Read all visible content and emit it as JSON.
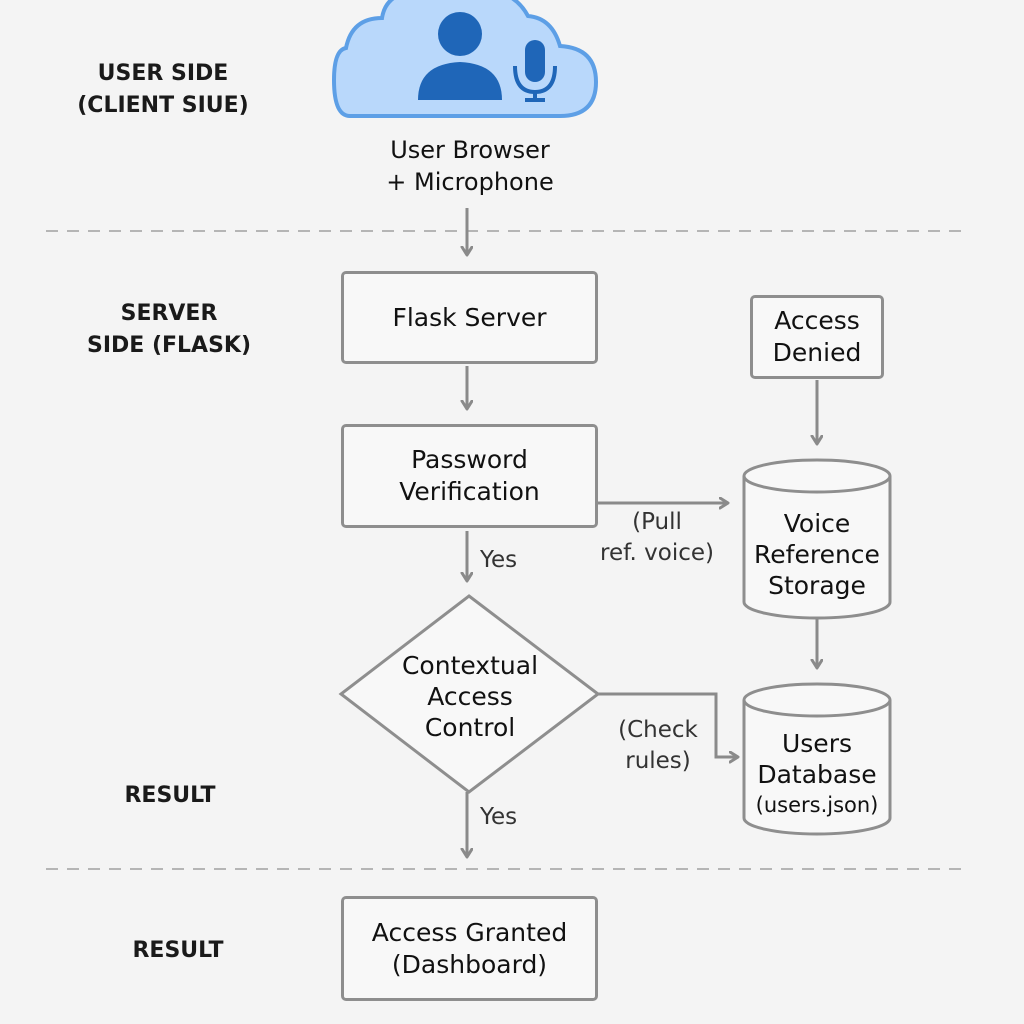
{
  "lanes": {
    "user_side": [
      "USER SIDE",
      "(CLIENT SIUE)"
    ],
    "server_side": [
      "SERVER",
      "SIDE (FLASK)"
    ],
    "result_upper": "RESULT",
    "result_lower": "RESULT"
  },
  "client": {
    "icon": "cloud-user-microphone-icon",
    "label_line1": "User Browser",
    "label_line2": "+ Microphone"
  },
  "nodes": {
    "flask_server": "Flask Server",
    "password_verification": [
      "Password",
      "Verification"
    ],
    "contextual_access_control": [
      "Contextual",
      "Access",
      "Control"
    ],
    "access_denied": [
      "Access",
      "Denied"
    ],
    "voice_reference_storage": [
      "Voice",
      "Reference",
      "Storage"
    ],
    "users_database": [
      "Users",
      "Database",
      "(users.json)"
    ],
    "access_granted": [
      "Access Granted",
      "(Dashboard)"
    ]
  },
  "edges": {
    "yes_after_password": "Yes",
    "yes_after_context": "Yes",
    "pull_ref_voice": [
      "(Pull",
      "ref. voice)"
    ],
    "check_rules": [
      "(Check",
      "rules)"
    ]
  },
  "colors": {
    "cloud_fill": "#b9d8fb",
    "cloud_stroke": "#5d9fe6",
    "user_icon": "#1f66b8",
    "box_stroke": "#8e8e8e",
    "arrow": "#8a8a8a",
    "divider": "#b5b5b5"
  }
}
